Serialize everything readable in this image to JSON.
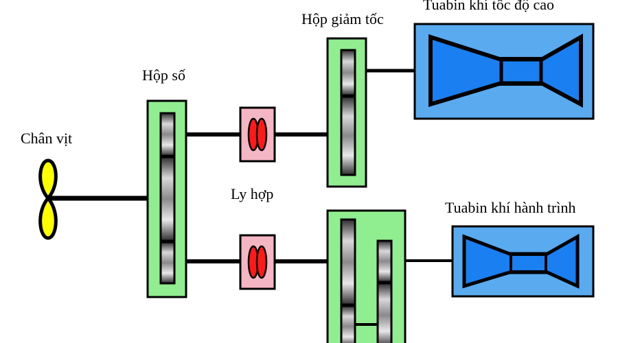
{
  "labels": {
    "propeller": "Chân vịt",
    "gearbox": "Hộp số",
    "clutch": "Ly hợp",
    "reduction_gearbox": "Hộp giảm tốc",
    "high_speed_turbine": "Tuabin khí tốc độ cao",
    "cruise_turbine": "Tuabin khí hành trình"
  },
  "colors": {
    "gearbox_fill": "#90ee90",
    "clutch_fill": "#f4b6c2",
    "clutch_disc": "#ff1a1a",
    "turbine_fill": "#5aaaf0",
    "turbine_body": "#1a7ff0",
    "propeller": "#ffff00",
    "shaft": "#000000"
  }
}
